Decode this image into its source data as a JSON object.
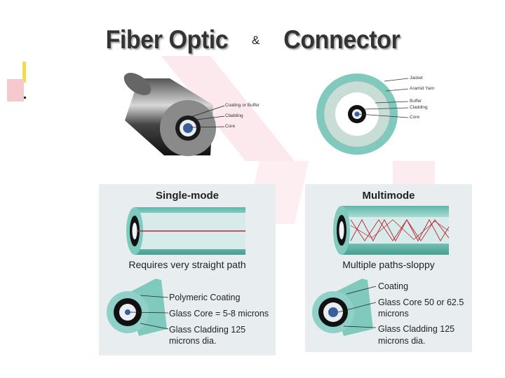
{
  "title": {
    "part1": "Fiber Optic",
    "amp": "&",
    "part2": "Connector"
  },
  "cable_side": {
    "labels": [
      "Coating or Buffer",
      "Cladding",
      "Core"
    ]
  },
  "cable_cross": {
    "labels": [
      "Jacket",
      "Aramid Yarn",
      "Buffer",
      "Cladding",
      "Core"
    ]
  },
  "single_mode": {
    "title": "Single-mode",
    "caption": "Requires very straight path",
    "labels": {
      "coating": "Polymeric Coating",
      "core": "Glass Core = 5-8 microns",
      "cladding_1": "Glass Cladding 125",
      "cladding_2": "microns dia."
    }
  },
  "multimode": {
    "title": "Multimode",
    "caption": "Multiple paths-sloppy",
    "labels": {
      "coating": "Coating",
      "core_1": "Glass Core 50 or 62.5",
      "core_2": "microns",
      "cladding_1": "Glass Cladding 125",
      "cladding_2": "microns dia."
    }
  },
  "colors": {
    "accent_pink": "#f5c6d0",
    "accent_yellow": "#f7d94c",
    "accent_red": "#e04040",
    "panel_bg": "#e8eef0",
    "fiber_teal": "#8fd0c8",
    "ray_red": "#c02030"
  }
}
